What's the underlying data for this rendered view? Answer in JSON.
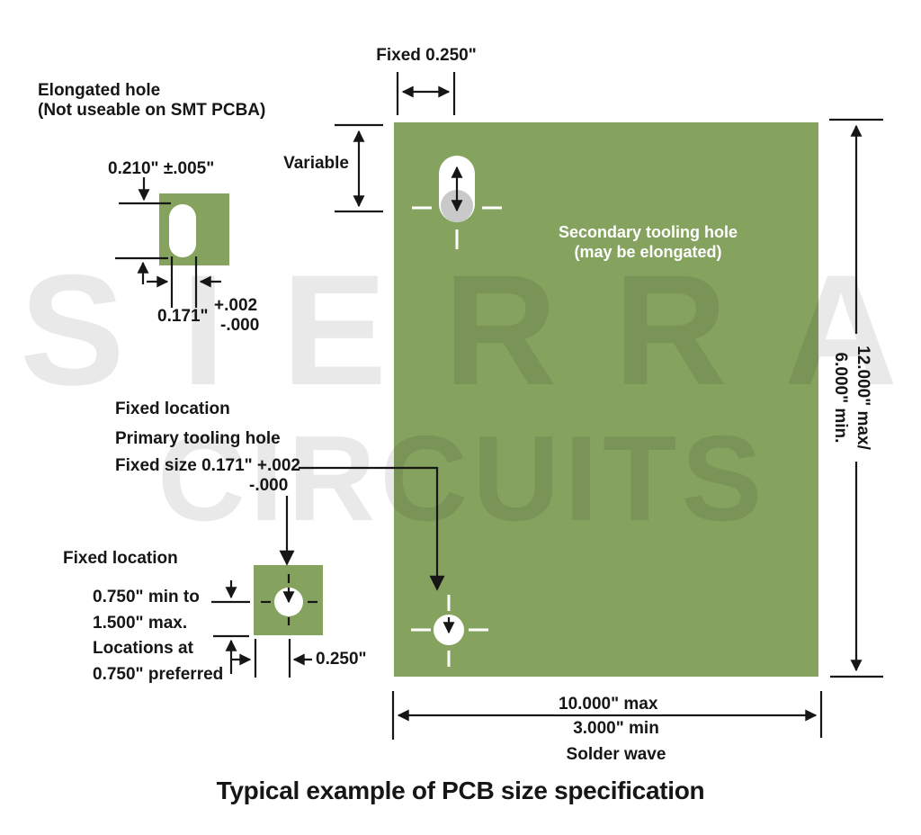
{
  "colors": {
    "board_green": "#85a35f",
    "hole_gray": "#c9c9c9",
    "ink": "#161616"
  },
  "watermark": {
    "line1": "SIERRA",
    "line2": "CIRCUITS"
  },
  "top_left": {
    "heading_line1": "Elongated hole",
    "heading_line2": "(Not useable on SMT PCBA)",
    "height_dim": "0.210\" ±.005\"",
    "width_dim": "0.171\"",
    "tol_plus": "+.002",
    "tol_minus": "-.000"
  },
  "top_dim": {
    "label": "Fixed 0.250\""
  },
  "left_dim": {
    "label": "Variable"
  },
  "board": {
    "secondary_line1": "Secondary tooling hole",
    "secondary_line2": "(may be elongated)"
  },
  "right_dim": {
    "line1": "12.000\" max/",
    "line2": "6.000\" min."
  },
  "primary": {
    "location": "Fixed location",
    "name": "Primary tooling hole",
    "size": "Fixed size 0.171\" +.002",
    "size_tol": "-.000"
  },
  "bottom_left": {
    "location": "Fixed location",
    "l1": "0.750\" min to",
    "l2": "1.500\" max.",
    "l3": "Locations at",
    "l4": "0.750\" preferred",
    "offset": "0.250\""
  },
  "bottom_dim": {
    "max": "10.000\" max",
    "min": "3.000\" min",
    "label": "Solder wave"
  },
  "title": "Typical example of PCB size specification"
}
